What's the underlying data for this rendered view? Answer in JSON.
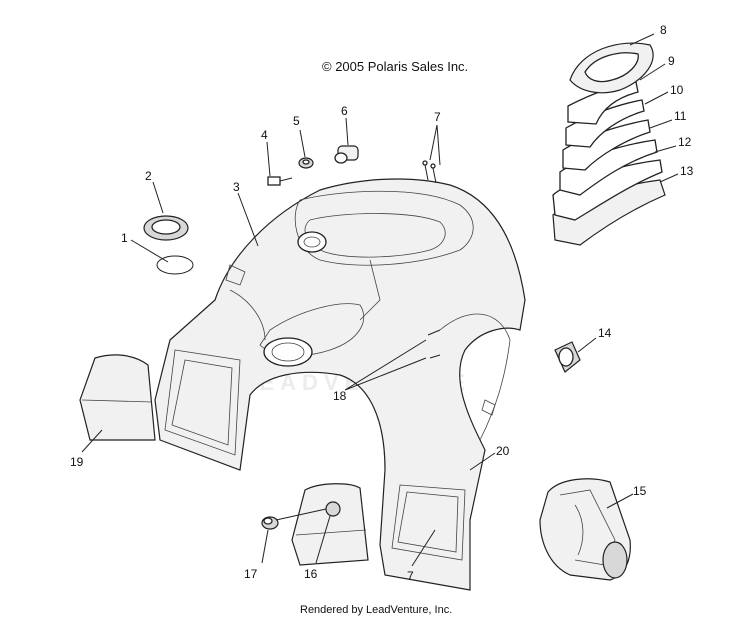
{
  "header": {
    "copyright": "© 2005 Polaris Sales Inc."
  },
  "footer": {
    "rendered_by": "Rendered by LeadVenture, Inc."
  },
  "watermark": {
    "text": "LEADVENTURE"
  },
  "callouts": [
    "1",
    "2",
    "3",
    "4",
    "5",
    "6",
    "7",
    "8",
    "9",
    "10",
    "11",
    "12",
    "13",
    "14",
    "15",
    "16",
    "17",
    "18",
    "19",
    "20",
    "7"
  ]
}
